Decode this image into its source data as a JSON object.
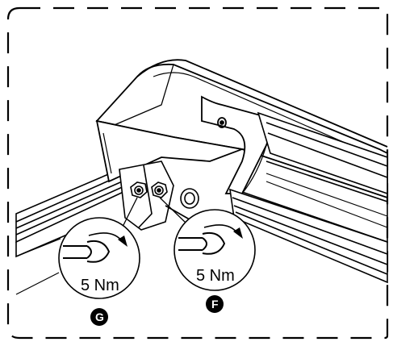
{
  "callouts": {
    "left": {
      "torque": "5 Nm",
      "badge": "G"
    },
    "right": {
      "torque": "5 Nm",
      "badge": "F"
    }
  },
  "colors": {
    "line": "#000000",
    "frame_dash": "#000000",
    "shadow": "#cfcfcf",
    "badge_fill": "#000000"
  },
  "icons": [
    "wrench-icon",
    "rotation-arrow-icon",
    "bolt-icon",
    "nut-icon"
  ]
}
